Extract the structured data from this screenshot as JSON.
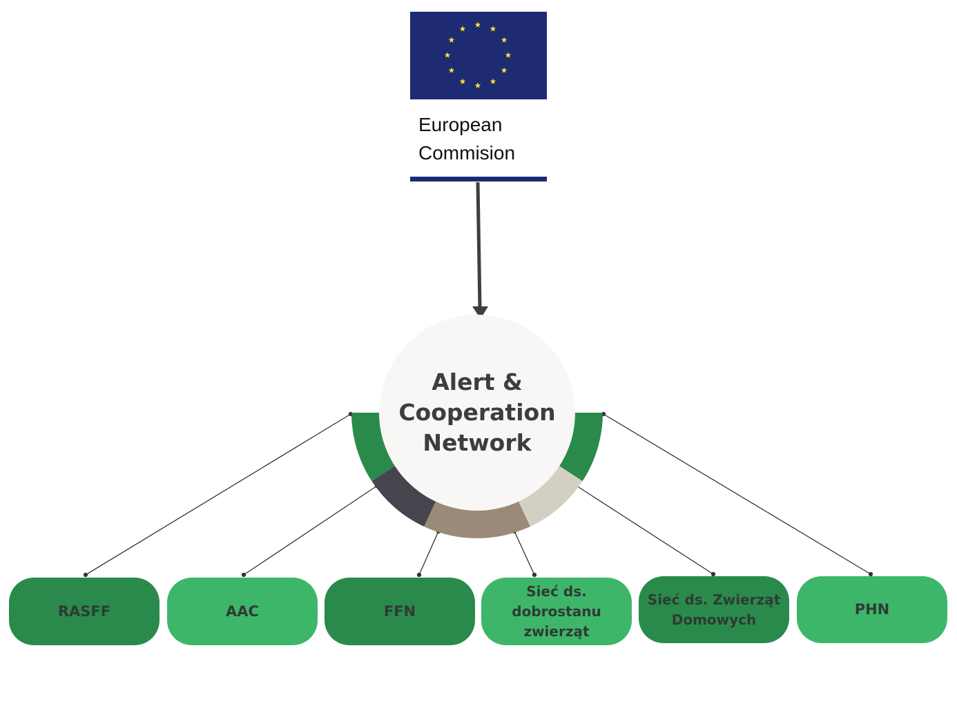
{
  "logo": {
    "name_lines": [
      "European",
      "Commision"
    ],
    "flag_color": "#1e2a72",
    "star_color": "#f5e13a",
    "star_count": 12,
    "icon": "eu-flag-icon"
  },
  "hub": {
    "lines": [
      "Alert &",
      "Cooperation",
      "Network"
    ],
    "fill": "#f8f7f5",
    "ring_colors": [
      "#2a8a4c",
      "#46444c",
      "#9c8a78",
      "#d3cfc3",
      "#2a8a4c"
    ]
  },
  "networks": [
    {
      "label": "RASFF",
      "style": "dark"
    },
    {
      "label": "AAC",
      "style": "light"
    },
    {
      "label": "FFN",
      "style": "dark"
    },
    {
      "label": "Sieć ds. dobrostanu zwierząt",
      "style": "light"
    },
    {
      "label": "Sieć ds. Zwierząt Domowych",
      "style": "dark"
    },
    {
      "label": "PHN",
      "style": "light"
    }
  ],
  "colors": {
    "arrow": "#3f3f3f",
    "connector": "#333333",
    "node_dark": "#2a8a4c",
    "node_light": "#3db66a",
    "text": "#3d3d3d"
  }
}
